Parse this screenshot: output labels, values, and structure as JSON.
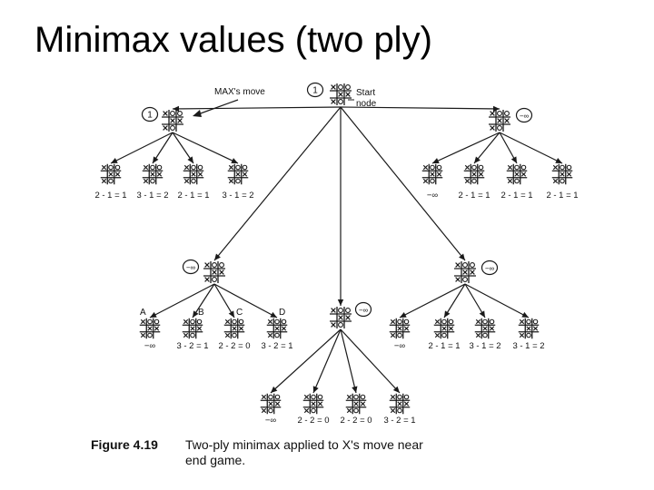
{
  "slide": {
    "title": "Minimax values (two ply)"
  },
  "figure": {
    "label": "Figure 4.19",
    "caption_line1": "Two-ply minimax applied to X's move near",
    "caption_line2": "end game.",
    "annotation": "MAX's move",
    "start_label_1": "Start",
    "start_label_2": "node",
    "leaf_letters": [
      "A",
      "B",
      "C",
      "D"
    ]
  },
  "tree": {
    "root": {
      "value": "1"
    },
    "level1": [
      {
        "value": "1",
        "leaves": [
          "2 - 1 = 1",
          "3 - 1 = 2",
          "2 - 1 = 1",
          "3 - 1 = 2"
        ]
      },
      {
        "value": "−∞",
        "leaves": [
          "−∞",
          "2 - 1 = 1",
          "2 - 1 = 1",
          "2 - 1 = 1"
        ]
      },
      {
        "value": "−∞",
        "leaves": [
          "−∞",
          "3 - 2 = 1",
          "2 - 2 = 0",
          "3 - 2 = 1"
        ]
      },
      {
        "value": "−∞",
        "leaves": [
          "−∞",
          "2 - 2 = 0",
          "2 - 2 = 0",
          "3 - 2 = 1"
        ]
      },
      {
        "value": "−∞",
        "leaves": [
          "−∞",
          "2 - 1 = 1",
          "3 - 1 = 2",
          "3 - 1 = 2"
        ]
      }
    ]
  }
}
